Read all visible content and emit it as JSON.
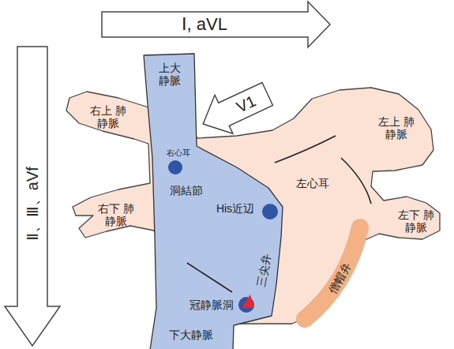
{
  "diagram": {
    "nodes": [
      {
        "text": [
          "Ⅰ, aVL"
        ]
      },
      {
        "text": [
          "Ⅱ、Ⅲ、aVf"
        ]
      },
      {
        "text": [
          "V1"
        ]
      }
    ],
    "labels": [
      "上大 静脈",
      "右上 肺静脈",
      "左上 肺静脈",
      "右心耳",
      "洞結節",
      "左心耳",
      "His近辺",
      "右下 肺静脈",
      "左下 肺静脈",
      "三尖弁",
      "冠静脈洞",
      "僧帽弁",
      "下大静脈"
    ]
  }
}
